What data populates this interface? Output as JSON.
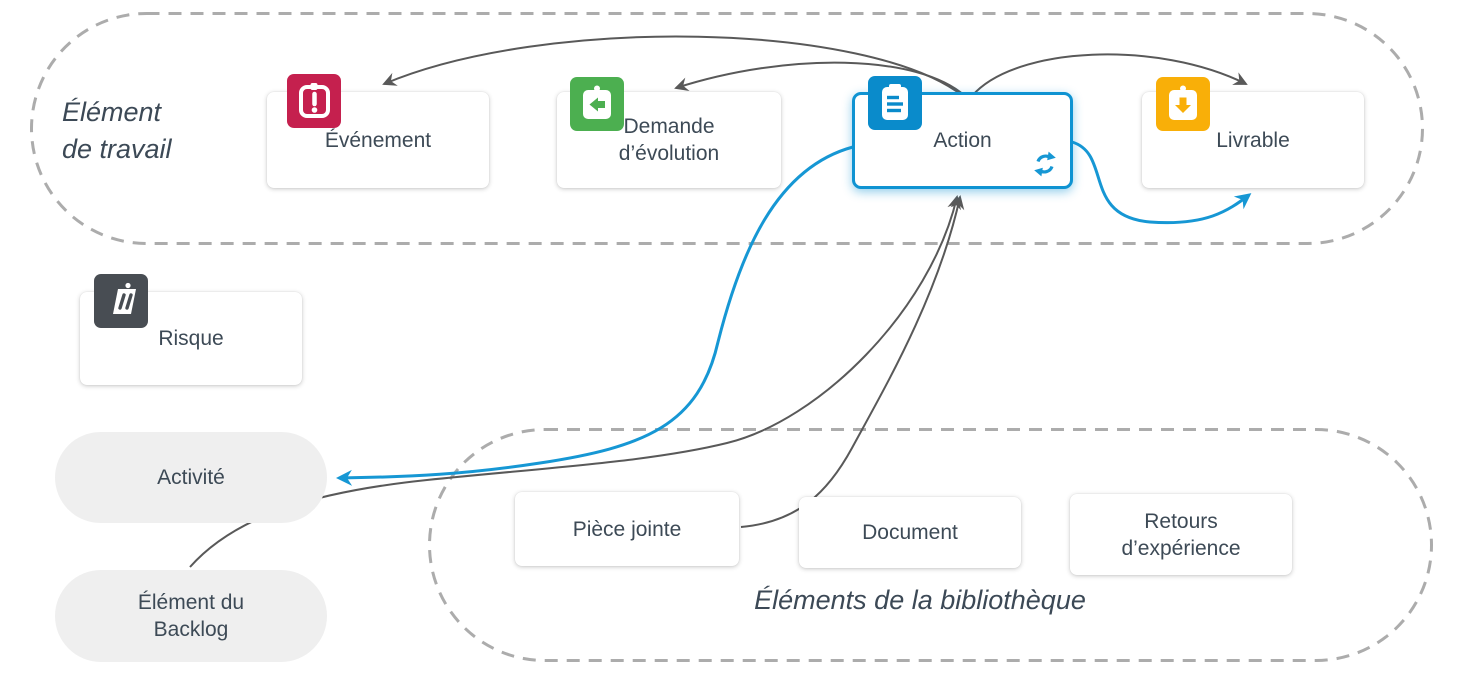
{
  "diagram": {
    "groups": {
      "work_item": {
        "label": "Élément\nde travail"
      },
      "library": {
        "label": "Éléments de la bibliothèque"
      }
    },
    "nodes": {
      "evenement": {
        "label": "Événement",
        "icon": "exclamation-clipboard-icon",
        "icon_color": "#C5204E"
      },
      "demande": {
        "label": "Demande d’évolution",
        "icon": "arrow-left-clipboard-icon",
        "icon_color": "#4CAF50"
      },
      "action": {
        "label": "Action",
        "icon": "checklist-clipboard-icon",
        "icon_color": "#0A8BCB",
        "badge_icon": "sync-icon",
        "accent": "#1697D4"
      },
      "livrable": {
        "label": "Livrable",
        "icon": "arrow-down-clipboard-icon",
        "icon_color": "#F9AF08"
      },
      "risque": {
        "label": "Risque",
        "icon": "risk-clipboard-icon",
        "icon_color": "#484D53"
      },
      "activite": {
        "label": "Activité"
      },
      "backlog": {
        "label": "Élément du Backlog"
      },
      "piece_jointe": {
        "label": "Pièce jointe"
      },
      "document": {
        "label": "Document"
      },
      "retours": {
        "label": "Retours d’expérience"
      }
    },
    "edges": [
      {
        "from": "action",
        "to": "evenement",
        "color": "#595959"
      },
      {
        "from": "action",
        "to": "demande",
        "color": "#595959"
      },
      {
        "from": "action",
        "to": "livrable",
        "color": "#595959"
      },
      {
        "from": "action",
        "to": "livrable",
        "color": "#1697D4"
      },
      {
        "from": "action",
        "to": "activite",
        "color": "#1697D4"
      },
      {
        "from": "piece_jointe",
        "to": "action",
        "color": "#595959"
      },
      {
        "from": "backlog",
        "to": "action",
        "color": "#595959"
      }
    ],
    "colors": {
      "edge_dark": "#595959",
      "edge_blue": "#1697D4",
      "dashed_border": "#ACACAC",
      "pill_bg": "#EFEFEF",
      "text": "#3D4A56"
    }
  }
}
